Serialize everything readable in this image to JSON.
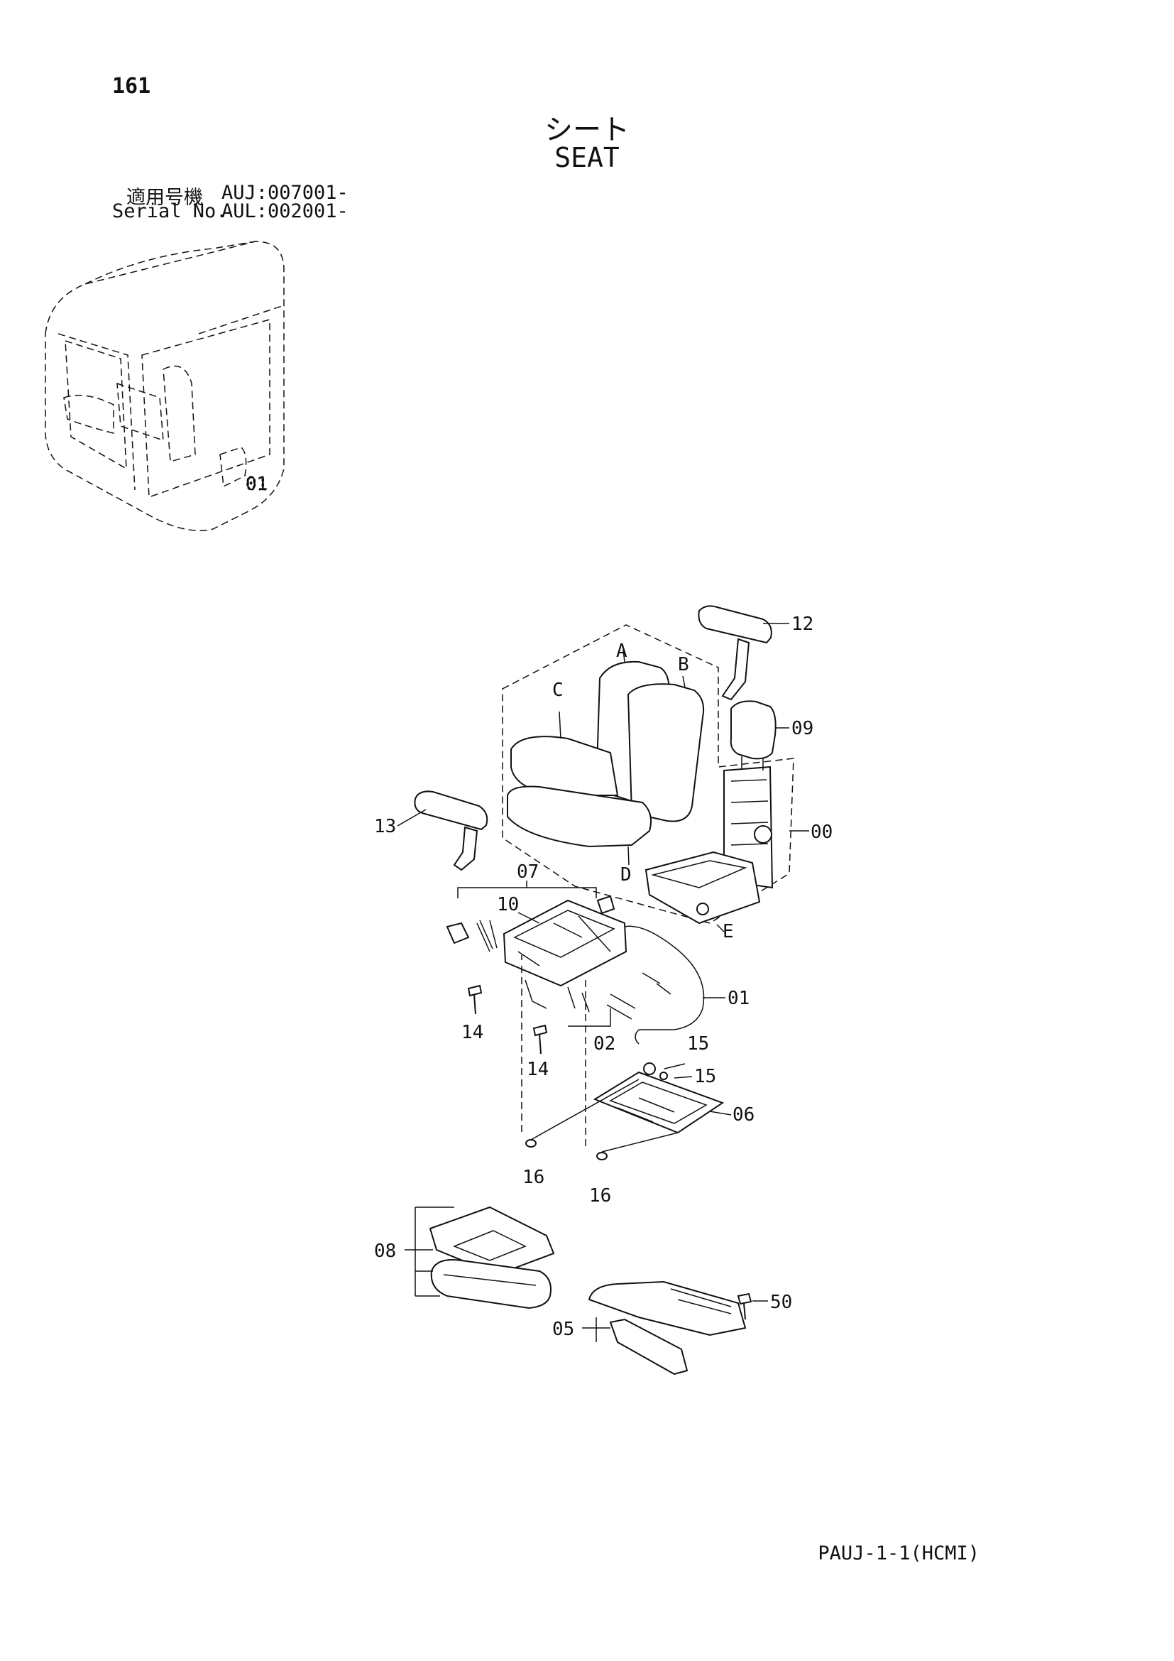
{
  "page": {
    "number": "161",
    "title_jp": "シート",
    "title_en": "SEAT",
    "serial_jp_label": "適用号機",
    "serial_jp_value": "AUJ:007001-",
    "serial_en_label": "Serial No.",
    "serial_en_value": "AUL:002001-",
    "footer_code": "PAUJ-1-1(HCMI)"
  },
  "diagram": {
    "cab_marker": "01",
    "sub_labels": [
      "A",
      "B",
      "C",
      "D",
      "E"
    ],
    "part_labels": [
      "12",
      "09",
      "00",
      "13",
      "07",
      "10",
      "01",
      "14",
      "14",
      "02",
      "15",
      "15",
      "06",
      "16",
      "16",
      "08",
      "50",
      "05"
    ]
  }
}
